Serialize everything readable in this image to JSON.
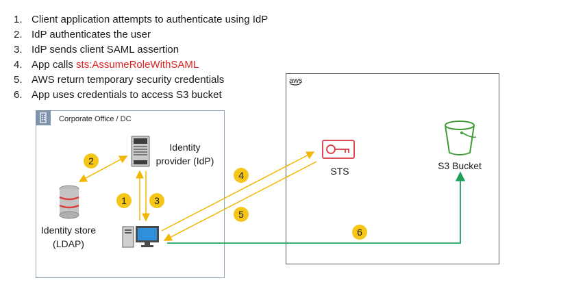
{
  "steps": [
    {
      "num": "1.",
      "text": "Client application attempts to authenticate using IdP"
    },
    {
      "num": "2.",
      "text": "IdP authenticates the user"
    },
    {
      "num": "3.",
      "text": "IdP sends client SAML assertion"
    },
    {
      "num": "4.",
      "text": "App calls ",
      "highlight": "sts:AssumeRoleWithSAML"
    },
    {
      "num": "5.",
      "text": "AWS return temporary security credentials"
    },
    {
      "num": "6.",
      "text": "App uses credentials to access S3 bucket"
    }
  ],
  "corporate": {
    "label": "Corporate Office / DC",
    "icon": "building-icon"
  },
  "aws": {
    "label": "aws",
    "icon": "aws-logo-icon"
  },
  "nodes": {
    "idp": {
      "line1": "Identity",
      "line2": "provider (IdP)",
      "icon": "server-icon"
    },
    "store": {
      "line1": "Identity store",
      "line2": "(LDAP)",
      "icon": "database-icon"
    },
    "client": {
      "icon": "desktop-computer-icon"
    },
    "sts": {
      "label": "STS",
      "icon": "key-icon"
    },
    "s3": {
      "label": "S3 Bucket",
      "icon": "bucket-icon"
    }
  },
  "badges": [
    "1",
    "2",
    "3",
    "4",
    "5",
    "6"
  ],
  "colors": {
    "flow": "#f2b705",
    "s3_flow": "#1e9e5a",
    "badge": "#f5c518",
    "sts": "#dd3440",
    "s3": "#3f9c35",
    "highlight": "#d9231f"
  }
}
